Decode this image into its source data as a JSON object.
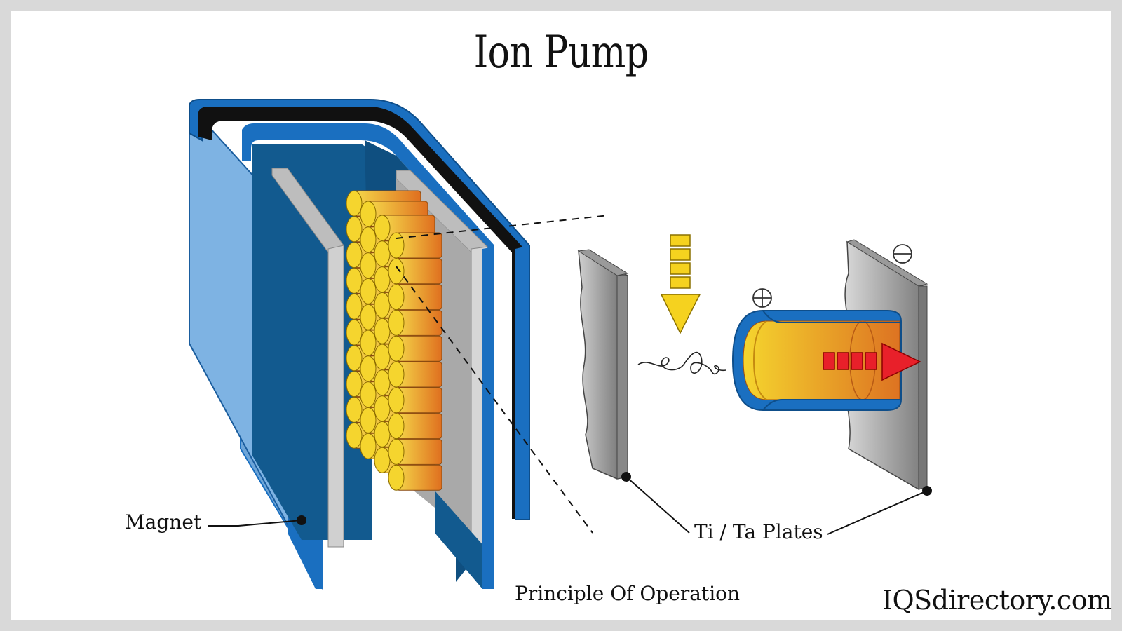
{
  "title": "Ion Pump",
  "labels": {
    "magnet": "Magnet",
    "plates": "Ti / Ta Plates",
    "principle": "Principle Of Operation",
    "brand": "IQSdirectory.com"
  },
  "symbols": {
    "plus": "⊕",
    "minus": "⊖"
  },
  "colors": {
    "magnet_blue": "#1a6fc0",
    "magnet_light": "#7eb3e3",
    "magnet_inner": "#125a8f",
    "plate_gray": "#bdbdbd",
    "tube_yellow": "#f2cd2a",
    "tube_orange": "#e07a22",
    "arrow_yellow": "#f5d21f",
    "arrow_red": "#e8202a"
  }
}
